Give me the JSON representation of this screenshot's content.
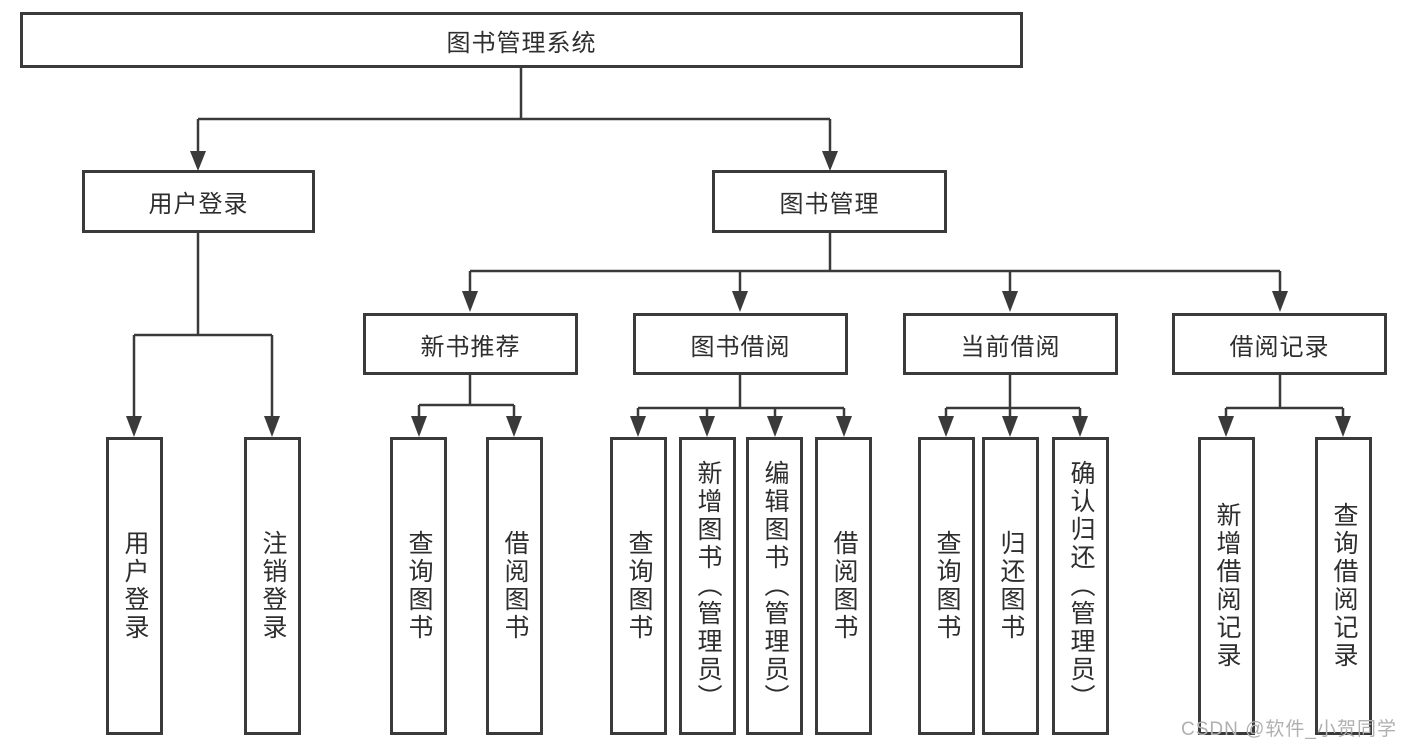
{
  "title": "图书管理系统",
  "nodes": {
    "root": {
      "label": "图书管理系统"
    },
    "level2": [
      {
        "label": "用户登录"
      },
      {
        "label": "图书管理"
      }
    ],
    "level3": [
      {
        "label": "新书推荐",
        "parent": "图书管理"
      },
      {
        "label": "图书借阅",
        "parent": "图书管理"
      },
      {
        "label": "当前借阅",
        "parent": "图书管理"
      },
      {
        "label": "借阅记录",
        "parent": "图书管理"
      }
    ],
    "leaves": [
      {
        "label": "用户登录",
        "parent": "用户登录"
      },
      {
        "label": "注销登录",
        "parent": "用户登录"
      },
      {
        "label": "查询图书",
        "parent": "新书推荐"
      },
      {
        "label": "借阅图书",
        "parent": "新书推荐"
      },
      {
        "label": "查询图书",
        "parent": "图书借阅"
      },
      {
        "label": "新增图书（管理员）",
        "parent": "图书借阅"
      },
      {
        "label": "编辑图书（管理员）",
        "parent": "图书借阅"
      },
      {
        "label": "借阅图书",
        "parent": "图书借阅"
      },
      {
        "label": "查询图书",
        "parent": "当前借阅"
      },
      {
        "label": "归还图书",
        "parent": "当前借阅"
      },
      {
        "label": "确认归还（管理员）",
        "parent": "当前借阅"
      },
      {
        "label": "新增借阅记录",
        "parent": "借阅记录"
      },
      {
        "label": "查询借阅记录",
        "parent": "借阅记录"
      }
    ]
  },
  "watermark": {
    "text": "CSDN @软件_小贺同学"
  },
  "colors": {
    "line": "#3a3a3a",
    "text": "#2e2e2e",
    "watermark": "#b0b0b0",
    "background": "#ffffff"
  }
}
